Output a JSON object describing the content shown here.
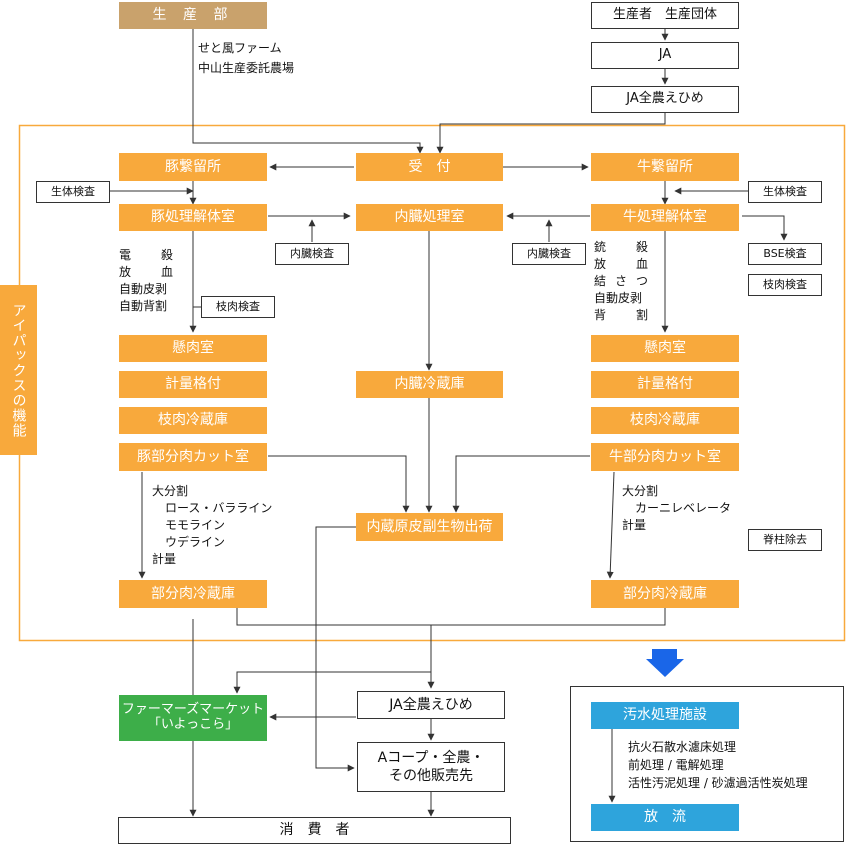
{
  "top": {
    "production_dept": "生 産 部",
    "production_farms": [
      "せと風ファーム",
      "中山生産委託農場"
    ],
    "producers": "生産者　生産団体",
    "ja": "JA",
    "ja_zen_noh_ehime": "JA全農えひめ"
  },
  "frame_label": "アイパックスの機能",
  "center": {
    "reception": "受　付",
    "offal_processing": "内臓処理室",
    "offal_cold_storage": "内臓冷蔵庫",
    "offal_byproduct_shipping": "内蔵原皮副生物出荷"
  },
  "pork": {
    "holding": "豚繋留所",
    "live_inspection": "生体検査",
    "dressing_room": "豚処理解体室",
    "offal_inspection": "内臓検査",
    "steps": [
      [
        "電",
        "殺"
      ],
      [
        "放",
        "血"
      ],
      [
        "自動皮剥"
      ],
      [
        "自動背割"
      ]
    ],
    "carcass_inspection": "枝肉検査",
    "hanging_room": "懸肉室",
    "weighing_grading": "計量格付",
    "carcass_cold_storage": "枝肉冷蔵庫",
    "cutting_room": "豚部分肉カット室",
    "cut_notes": [
      "大分割",
      "ロース・バラライン",
      "モモライン",
      "ウデライン",
      "計量"
    ],
    "primal_cold_storage": "部分肉冷蔵庫"
  },
  "beef": {
    "holding": "牛繋留所",
    "live_inspection": "生体検査",
    "dressing_room": "牛処理解体室",
    "offal_inspection": "内臓検査",
    "bse_inspection": "BSE検査",
    "carcass_inspection": "枝肉検査",
    "steps": [
      [
        "銃",
        "殺"
      ],
      [
        "放",
        "血"
      ],
      [
        "結",
        "さ",
        "つ"
      ],
      [
        "自動皮剥"
      ],
      [
        "背",
        "割"
      ]
    ],
    "hanging_room": "懸肉室",
    "weighing_grading": "計量格付",
    "carcass_cold_storage": "枝肉冷蔵庫",
    "cutting_room": "牛部分肉カット室",
    "cut_notes": [
      "大分割",
      "カーニレベレータ",
      "計量"
    ],
    "spinal_removal": "脊柱除去",
    "primal_cold_storage": "部分肉冷蔵庫"
  },
  "bottom": {
    "farmers_market": [
      "ファーマーズマーケット",
      "「いよっこら」"
    ],
    "ja_zen_noh_ehime": "JA全農えひめ",
    "a_coop": [
      "Aコープ・全農・",
      "その他販売先"
    ],
    "consumers": "消　費　者"
  },
  "wastewater": {
    "facility": "汚水処理施設",
    "steps": [
      "抗火石散水濾床処理",
      "前処理 / 電解処理",
      "活性汚泥処理 / 砂濾過活性炭処理"
    ],
    "discharge": "放　流"
  },
  "colors": {
    "process_orange": "#f8a93c",
    "production_brown": "#c9a26c",
    "market_green": "#3dae49",
    "water_blue": "#2ea4dc",
    "arrow_blue": "#1a66e8"
  }
}
